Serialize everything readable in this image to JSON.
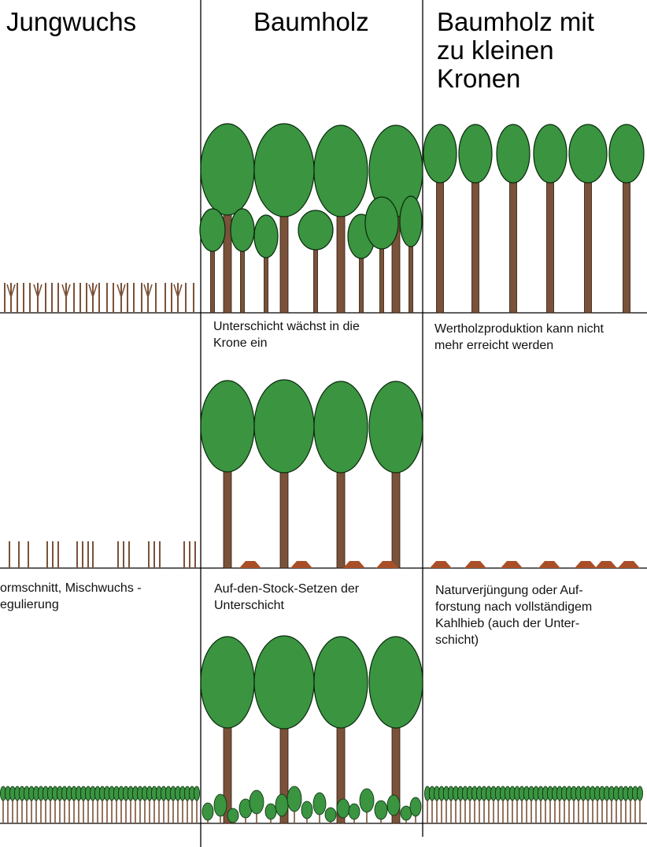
{
  "columns": {
    "jungwuchs": "Jungwuchs",
    "baumholz": "Baumholz",
    "baumholz_kleine_kronen": "Baumholz mit\nzu kleinen\nKronen"
  },
  "captions": {
    "row1_baumholz": "Unterschicht wächst in die\nKrone ein",
    "row1_kronen": "Wertholzproduktion kann nicht\nmehr erreicht werden",
    "row2_jungwuchs": "ormschnitt, Mischwuchs -\negulierung",
    "row2_baumholz": "Auf-den-Stock-Setzen der\nUnterschicht",
    "row2_kronen": "Naturverjüngung oder Auf-\nforstung nach vollständigem\nKahlhieb (auch der Unter-\nschicht)"
  },
  "colors": {
    "crown": "#3a9440",
    "crown_outline": "#0a2a0c",
    "trunk": "#7a5239",
    "trunk_outline": "#2a1a10",
    "stump": "#a94f28",
    "line": "#000000"
  }
}
